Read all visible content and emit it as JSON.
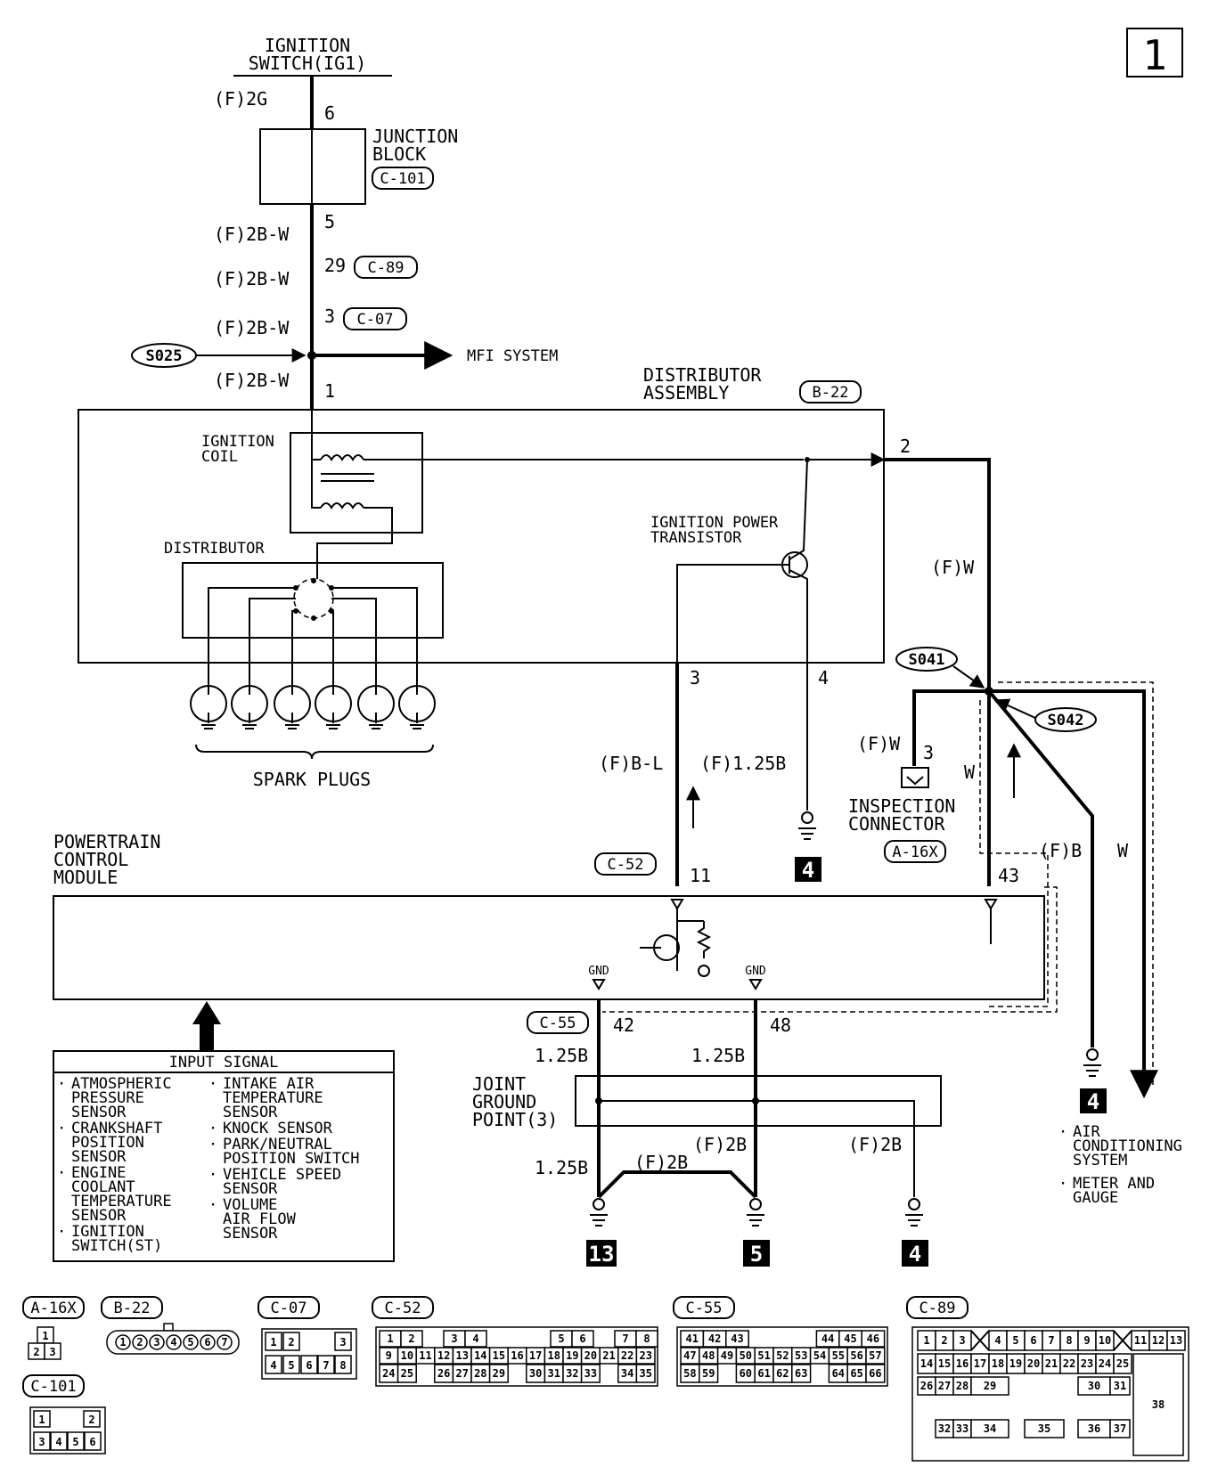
{
  "page_number": "1",
  "ignition": {
    "line1": "IGNITION",
    "line2": "SWITCH(IG1)"
  },
  "wires": {
    "w_f2g": "(F)2G",
    "w_2bw_1": "(F)2B-W",
    "w_2bw_2": "(F)2B-W",
    "w_2bw_3": "(F)2B-W",
    "w_2bw_4": "(F)2B-W",
    "w_fw_right": "(F)W",
    "w_fbl": "(F)B-L",
    "w_f125b": "(F)1.25B",
    "w_fw_insp": "(F)W",
    "w_w1": "W",
    "w_fb": "(F)B",
    "w_w2": "W",
    "w_125b_a": "1.25B",
    "w_125b_b": "1.25B",
    "w_125b_c": "1.25B",
    "w_f2b_a": "(F)2B",
    "w_f2b_b": "(F)2B",
    "w_f2b_c": "(F)2B"
  },
  "pins": {
    "p6": "6",
    "p5": "5",
    "p29": "29",
    "p3a": "3",
    "p1": "1",
    "p2": "2",
    "p3b": "3",
    "p4": "4",
    "p3c": "3",
    "p11": "11",
    "p43": "43",
    "p42": "42",
    "p48": "48"
  },
  "junction_block": {
    "line1": "JUNCTION",
    "line2": "BLOCK",
    "code": "C-101"
  },
  "conn_c89": "C-89",
  "conn_c07": "C-07",
  "splice_s025": "S025",
  "splice_s041": "S041",
  "splice_s042": "S042",
  "mfi": "MFI SYSTEM",
  "distributor_assembly": {
    "line1": "DISTRIBUTOR",
    "line2": "ASSEMBLY",
    "code": "B-22"
  },
  "ignition_coil": {
    "line1": "IGNITION",
    "line2": "COIL"
  },
  "distributor": "DISTRIBUTOR",
  "power_transistor": {
    "line1": "IGNITION POWER",
    "line2": "TRANSISTOR"
  },
  "spark_plugs": "SPARK PLUGS",
  "inspection": {
    "line1": "INSPECTION",
    "line2": "CONNECTOR",
    "code": "A-16X"
  },
  "pcm": {
    "line1": "POWERTRAIN",
    "line2": "CONTROL",
    "line3": "MODULE"
  },
  "conn_c52": "C-52",
  "conn_c55": "C-55",
  "gnd_label": "GND",
  "ground_refs": {
    "g4a": "4",
    "g4b": "4",
    "g13": "13",
    "g5": "5",
    "g4c": "4"
  },
  "joint_ground": {
    "line1": "JOINT",
    "line2": "GROUND",
    "line3": "POINT(3)"
  },
  "outputs": {
    "ac": [
      "AIR",
      "CONDITIONING",
      "SYSTEM"
    ],
    "meter": [
      "METER AND",
      "GAUGE"
    ]
  },
  "input_signal": {
    "title": "INPUT SIGNAL",
    "left": [
      [
        "ATMOSPHERIC",
        "PRESSURE",
        "SENSOR"
      ],
      [
        "CRANKSHAFT",
        "POSITION",
        "SENSOR"
      ],
      [
        "ENGINE",
        "COOLANT",
        "TEMPERATURE",
        "SENSOR"
      ],
      [
        "IGNITION",
        "SWITCH(ST)"
      ]
    ],
    "right": [
      [
        "INTAKE AIR",
        "TEMPERATURE",
        "SENSOR"
      ],
      [
        "KNOCK SENSOR"
      ],
      [
        "PARK/NEUTRAL",
        "POSITION SWITCH"
      ],
      [
        "VEHICLE SPEED",
        "SENSOR"
      ],
      [
        "VOLUME",
        "AIR FLOW",
        "SENSOR"
      ]
    ]
  },
  "connector_views": {
    "a16x": {
      "label": "A-16X",
      "pins": [
        "1",
        "2",
        "3"
      ]
    },
    "b22": {
      "label": "B-22",
      "pins": [
        "1",
        "2",
        "3",
        "4",
        "5",
        "6",
        "7"
      ]
    },
    "c101": {
      "label": "C-101",
      "pins": [
        "1",
        "2",
        "3",
        "4",
        "5",
        "6"
      ]
    },
    "c07": {
      "label": "C-07",
      "pins": [
        "1",
        "2",
        "3",
        "4",
        "5",
        "6",
        "7",
        "8"
      ]
    },
    "c52": {
      "label": "C-52",
      "row1": [
        "1",
        "2",
        "",
        "3",
        "4",
        "",
        "",
        "",
        "5",
        "6",
        "",
        "7",
        "8"
      ],
      "row2": [
        "9",
        "10",
        "11",
        "12",
        "13",
        "14",
        "15",
        "16",
        "17",
        "18",
        "19",
        "20",
        "21",
        "22",
        "23"
      ],
      "row3": [
        "24",
        "25",
        "",
        "26",
        "27",
        "28",
        "29",
        "",
        "30",
        "31",
        "32",
        "33",
        "",
        "34",
        "35"
      ]
    },
    "c55": {
      "label": "C-55",
      "row1": [
        "41",
        "42",
        "43",
        "",
        "",
        "",
        "44",
        "45",
        "46"
      ],
      "row2": [
        "47",
        "48",
        "49",
        "50",
        "51",
        "52",
        "53",
        "54",
        "55",
        "56",
        "57"
      ],
      "row3": [
        "58",
        "59",
        "",
        "60",
        "61",
        "62",
        "63",
        "",
        "64",
        "65",
        "66"
      ]
    },
    "c89": {
      "label": "C-89",
      "row1": [
        "1",
        "2",
        "3",
        "",
        "4",
        "5",
        "6",
        "7",
        "8",
        "9",
        "10",
        "",
        "11",
        "12",
        "13"
      ],
      "row2": [
        "14",
        "15",
        "16",
        "17",
        "18",
        "19",
        "20",
        "21",
        "22",
        "23",
        "24",
        "25"
      ],
      "row3": [
        "26",
        "27",
        "28",
        "29",
        "",
        "",
        "",
        "30",
        "31"
      ],
      "row4": [
        "32",
        "33",
        "34",
        "35",
        "36",
        "37"
      ],
      "big": "38"
    }
  }
}
